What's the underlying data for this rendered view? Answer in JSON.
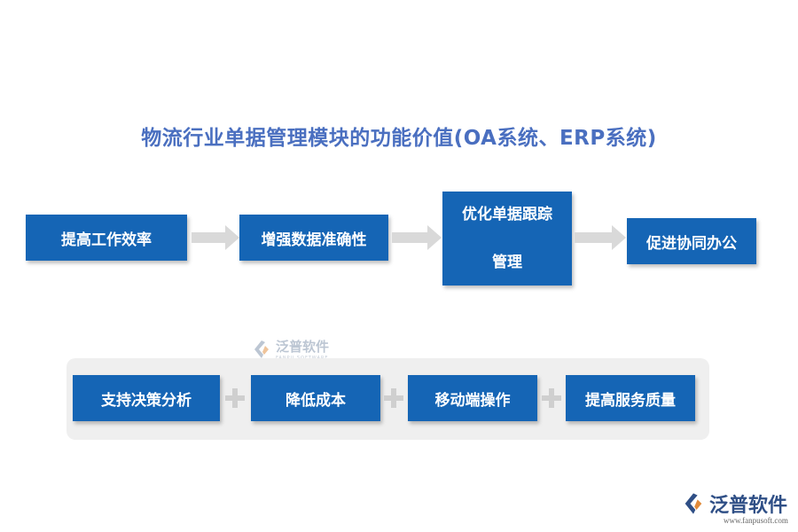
{
  "title": "物流行业单据管理模块的功能价值(OA系统、ERP系统)",
  "top_row": [
    {
      "label": "提高工作效率"
    },
    {
      "label": "增强数据准确性"
    },
    {
      "label_line1": "优化单据跟踪",
      "label_line2": "管理"
    },
    {
      "label": "促进协同办公"
    }
  ],
  "bottom_row": [
    {
      "label": "支持决策分析"
    },
    {
      "label": "降低成本"
    },
    {
      "label": "移动端操作"
    },
    {
      "label": "提高服务质量"
    }
  ],
  "watermark": {
    "text": "泛普软件",
    "subtext": "FANPU SOFTWARE"
  },
  "logo": {
    "text": "泛普软件",
    "url": "www.fanpusoft.com"
  },
  "colors": {
    "box": "#1565b5",
    "title": "#4a6fc0",
    "arrow": "#d9d9d9",
    "panel": "#efefef"
  }
}
